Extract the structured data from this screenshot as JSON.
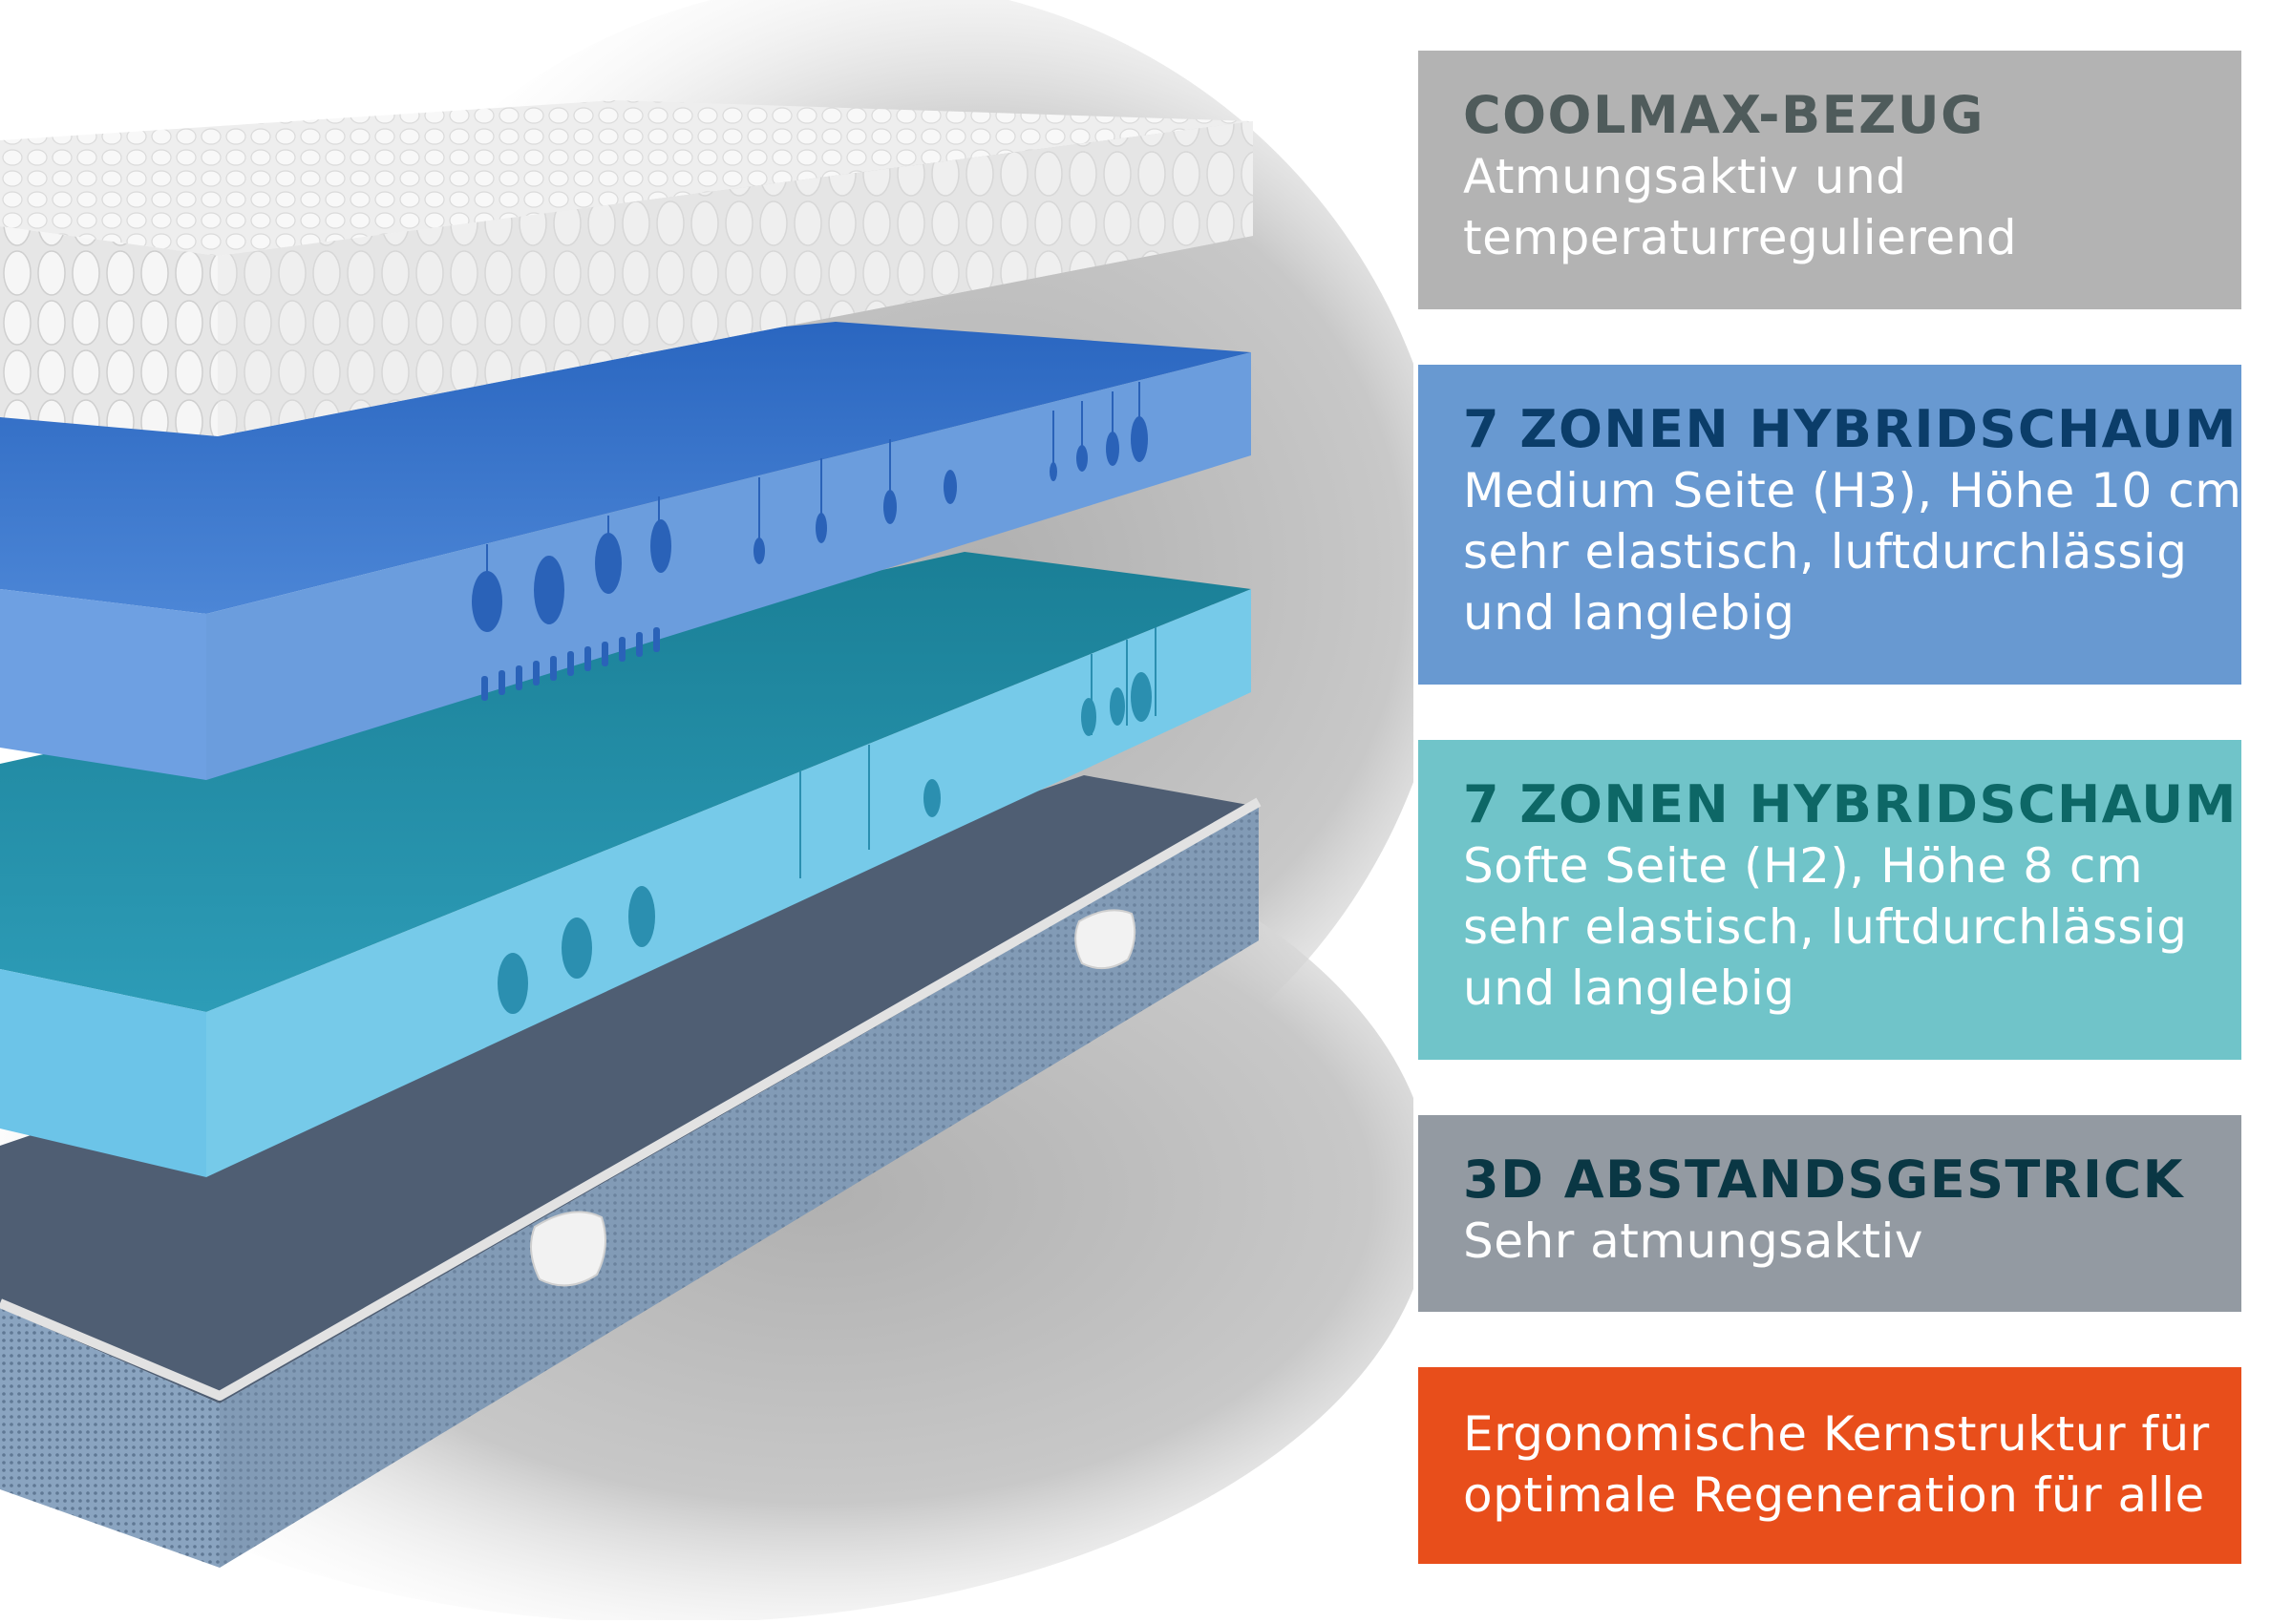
{
  "illustration": {
    "subject": "exploded mattress layer diagram",
    "layers": [
      {
        "id": "cover",
        "label": "Coolmax cover",
        "colors": {
          "top": "#f0f0f0",
          "front": "#e4e4e4",
          "side": "#dcdcdc"
        }
      },
      {
        "id": "foam-h3",
        "label": "7 zone hybrid foam H3",
        "colors": {
          "top": "#2f6fc6",
          "front": "#6ea0e2",
          "side": "#6b9ddd",
          "cut": "#2a62b8"
        }
      },
      {
        "id": "foam-h2",
        "label": "7 zone hybrid foam H2",
        "colors": {
          "top": "#2490a8",
          "front": "#72c8ea",
          "side": "#77cbe9",
          "cut": "#2b8fb0"
        }
      },
      {
        "id": "base",
        "label": "3D spacer fabric",
        "colors": {
          "top": "#4f5e73",
          "side": "#7990aa",
          "piping": "#dcdcdc",
          "handle": "#f2f2f2"
        }
      }
    ],
    "shadow_color": "#b4b4b4"
  },
  "features": [
    {
      "title": "COOLMAX-BEZUG",
      "lines": [
        "Atmungsaktiv und",
        "temperaturregulierend"
      ],
      "bg_color": "#b3b3b3",
      "title_color": "#4f5b5b"
    },
    {
      "title": "7 ZONEN HYBRIDSCHAUM",
      "lines": [
        "Medium Seite (H3), Höhe 10 cm",
        "sehr elastisch, luftdurchlässig",
        "und langlebig"
      ],
      "bg_color": "#6899d1",
      "title_color": "#0b3d69"
    },
    {
      "title": "7 ZONEN HYBRIDSCHAUM",
      "lines": [
        "Softe Seite (H2), Höhe 8 cm",
        "sehr elastisch, luftdurchlässig",
        "und langlebig"
      ],
      "bg_color": "#70c4c9",
      "title_color": "#0d6766"
    },
    {
      "title": "3D ABSTANDSGESTRICK",
      "lines": [
        "Sehr atmungsaktiv"
      ],
      "bg_color": "#939aa2",
      "title_color": "#0a3744"
    },
    {
      "title": "",
      "lines": [
        "Ergonomische Kernstruktur für",
        "optimale Regeneration für alle"
      ],
      "bg_color": "#e84e1b",
      "title_color": "#ffffff"
    }
  ]
}
